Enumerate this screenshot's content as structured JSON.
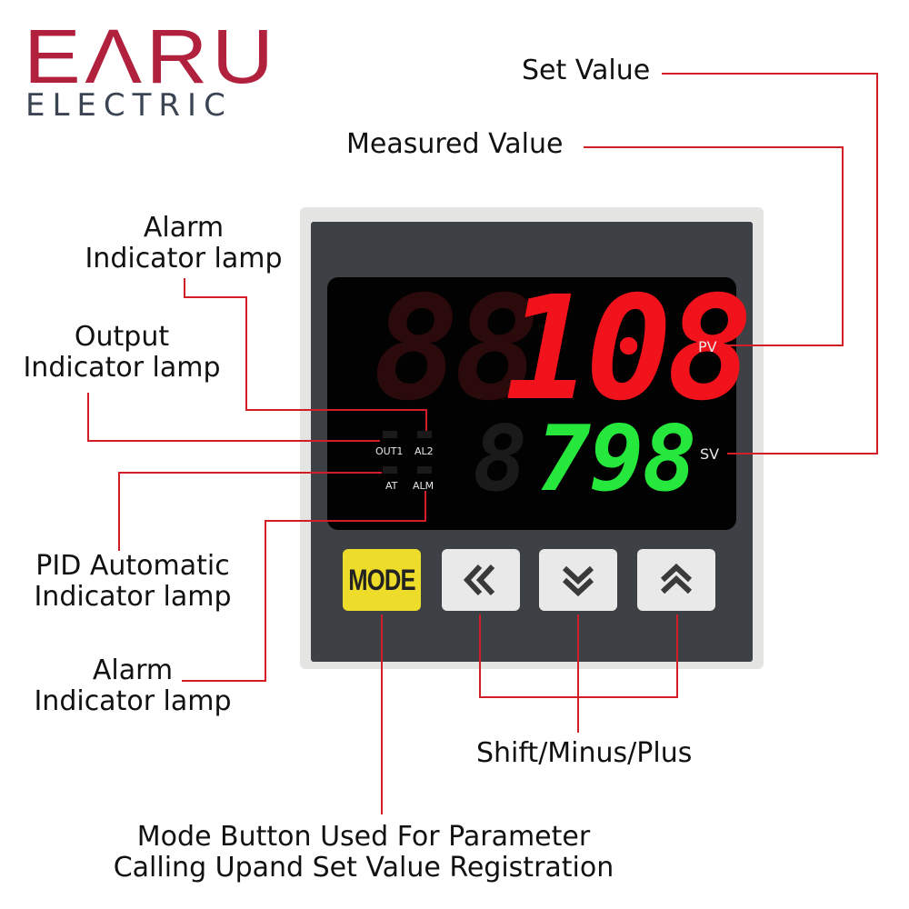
{
  "logo": {
    "brand": "EΛRU",
    "sub": "ELECTRIC"
  },
  "labels": {
    "set_value": "Set Value",
    "measured_value": "Measured Value",
    "alarm_lamp_top_1": "Alarm",
    "alarm_lamp_top_2": "Indicator lamp",
    "output_lamp_1": "Output",
    "output_lamp_2": "Indicator lamp",
    "pid_lamp_1": "PID Automatic",
    "pid_lamp_2": "Indicator lamp",
    "alarm_lamp_bottom_1": "Alarm",
    "alarm_lamp_bottom_2": "Indicator lamp",
    "shift_minus_plus": "Shift/Minus/Plus",
    "mode_desc_1": "Mode Button Used For Parameter",
    "mode_desc_2": "Calling Upand Set Value Registration"
  },
  "device": {
    "pv_value": "108",
    "sv_value": "798",
    "pv_tag": "PV",
    "sv_tag": "SV",
    "indicators": {
      "out1": "OUT1",
      "al2": "AL2",
      "at": "AT",
      "alm": "ALM"
    },
    "keys": {
      "mode": "MODE"
    }
  },
  "colors": {
    "brand": "#b1213d",
    "leader_line": "#d21e27",
    "pv_digits": "#f1121b",
    "sv_digits": "#26e83c",
    "mode_key": "#eedc2a"
  },
  "icons": {
    "shift": "double-chevron-left-icon",
    "minus": "double-chevron-down-icon",
    "plus": "double-chevron-up-icon"
  }
}
